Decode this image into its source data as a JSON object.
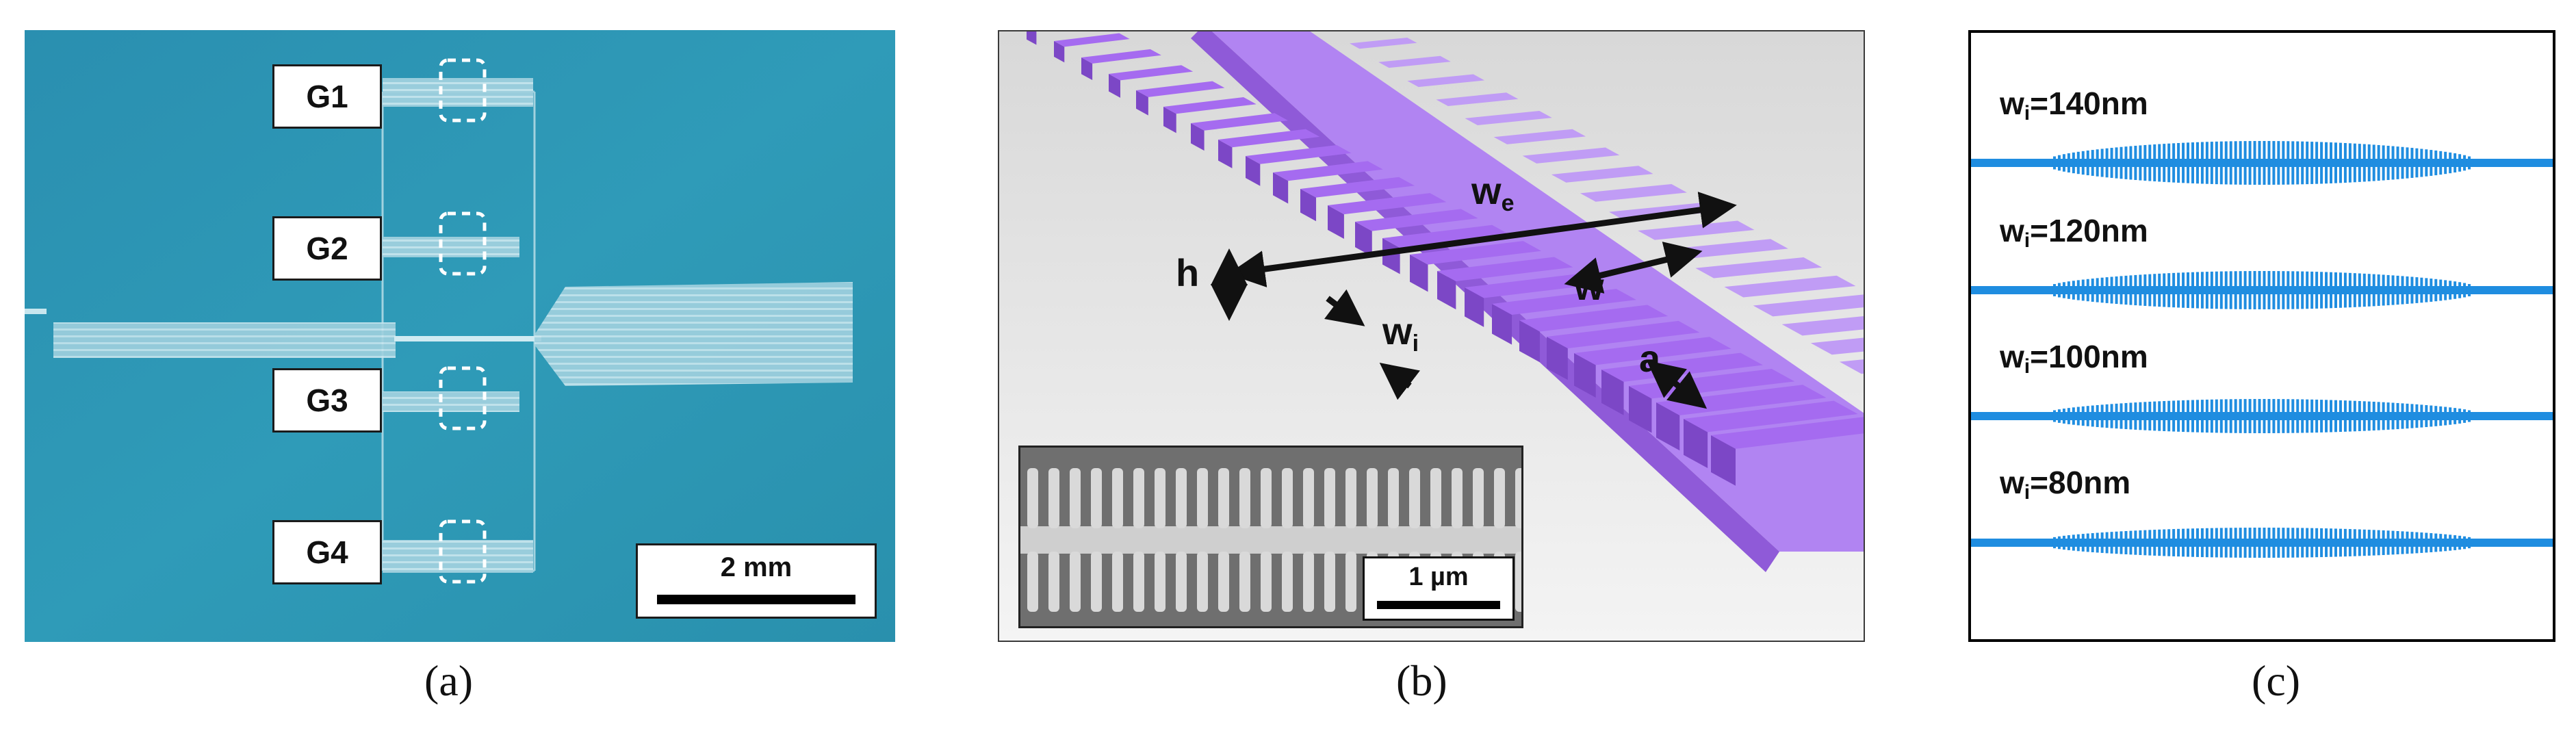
{
  "panel_a": {
    "gratings": [
      "G1",
      "G2",
      "G3",
      "G4"
    ],
    "scale_bar": "2 mm",
    "caption": "(a)"
  },
  "panel_b": {
    "labels": {
      "we_main": "w",
      "we_sub": "e",
      "h": "h",
      "w": "w",
      "wi_main": "w",
      "wi_sub": "i",
      "a": "a"
    },
    "inset_scale_bar": "1 µm",
    "caption": "(b)"
  },
  "panel_c": {
    "rows": [
      {
        "main": "w",
        "sub": "i",
        "value": "=140nm"
      },
      {
        "main": "w",
        "sub": "i",
        "value": "=120nm"
      },
      {
        "main": "w",
        "sub": "i",
        "value": "=100nm"
      },
      {
        "main": "w",
        "sub": "i",
        "value": "=80nm"
      }
    ],
    "caption": "(c)"
  },
  "colors": {
    "substrate": "#2b93b1",
    "structure_purple": "#a56bf0",
    "waveguide_blue": "#1f8de0"
  }
}
